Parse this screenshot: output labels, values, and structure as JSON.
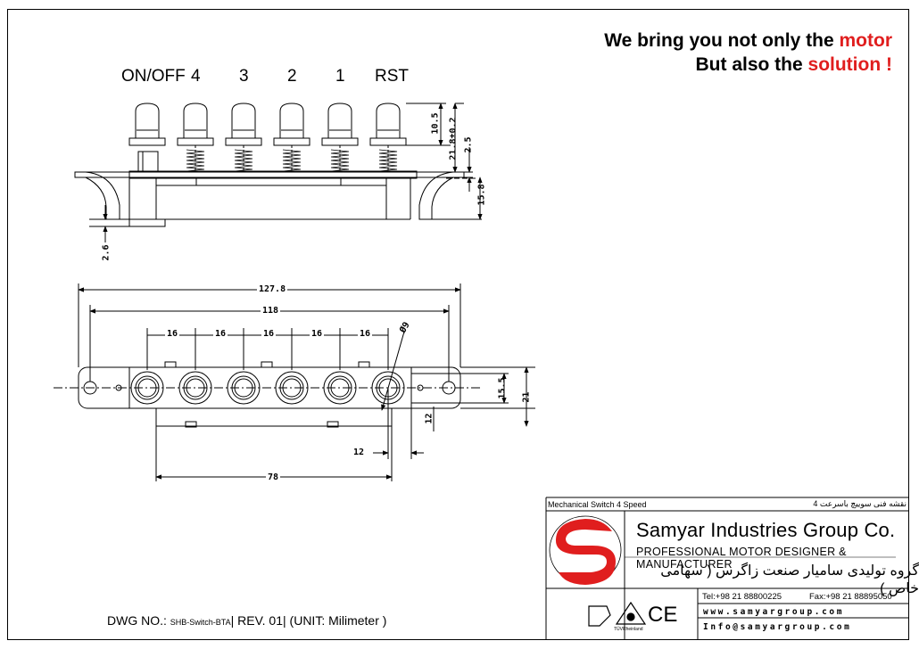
{
  "slogan": {
    "line1_prefix": "We bring you not only the ",
    "line1_highlight": "motor",
    "line2_prefix": "But also the ",
    "line2_highlight": "solution !",
    "highlight_color": "#e01e1e"
  },
  "buttons": [
    "ON/OFF",
    "4",
    "3",
    "2",
    "1",
    "RST"
  ],
  "side_view": {
    "dims": {
      "cap_height": "10.5",
      "total_height": "21.8±0.2",
      "collar": "2.5",
      "body_height": "15.8",
      "base_offset": "2.6"
    }
  },
  "top_view": {
    "dims": {
      "overall_length": "127.8",
      "hole_spacing": "118",
      "pitch": [
        "16",
        "16",
        "16",
        "16",
        "16"
      ],
      "diameter": "Ø9",
      "inner_width": "15.5",
      "overall_width": "21",
      "edge_offset": "12",
      "side_offset": "12",
      "bracket_length": "78"
    }
  },
  "title_block": {
    "drawing_title_en": "Mechanical Switch 4 Speed",
    "drawing_title_fa": "نقشه فنی سوییچ باسرعت 4",
    "company_name": "Samyar Industries Group Co.",
    "company_subtitle": "PROFESSIONAL MOTOR DESIGNER & MANUFACTURER",
    "company_name_fa": "گروه تولیدی سامیار صنعت زاگرس ( سهامی خاص )",
    "tel": "Tel:+98 21 88800225",
    "fax": "Fax:+98 21 88895050",
    "website": "www.samyargroup.com",
    "email": "Info@samyargroup.com",
    "cert_label": "TÜVRheinland",
    "ce_mark": "CE",
    "logo_color": "#e01e1e"
  },
  "drawing_info": {
    "dwg_label": "DWG NO.:",
    "dwg_number": "SHB-Switch-BTA",
    "rev": "REV. 01",
    "unit": "(UNIT: Milimeter )"
  }
}
